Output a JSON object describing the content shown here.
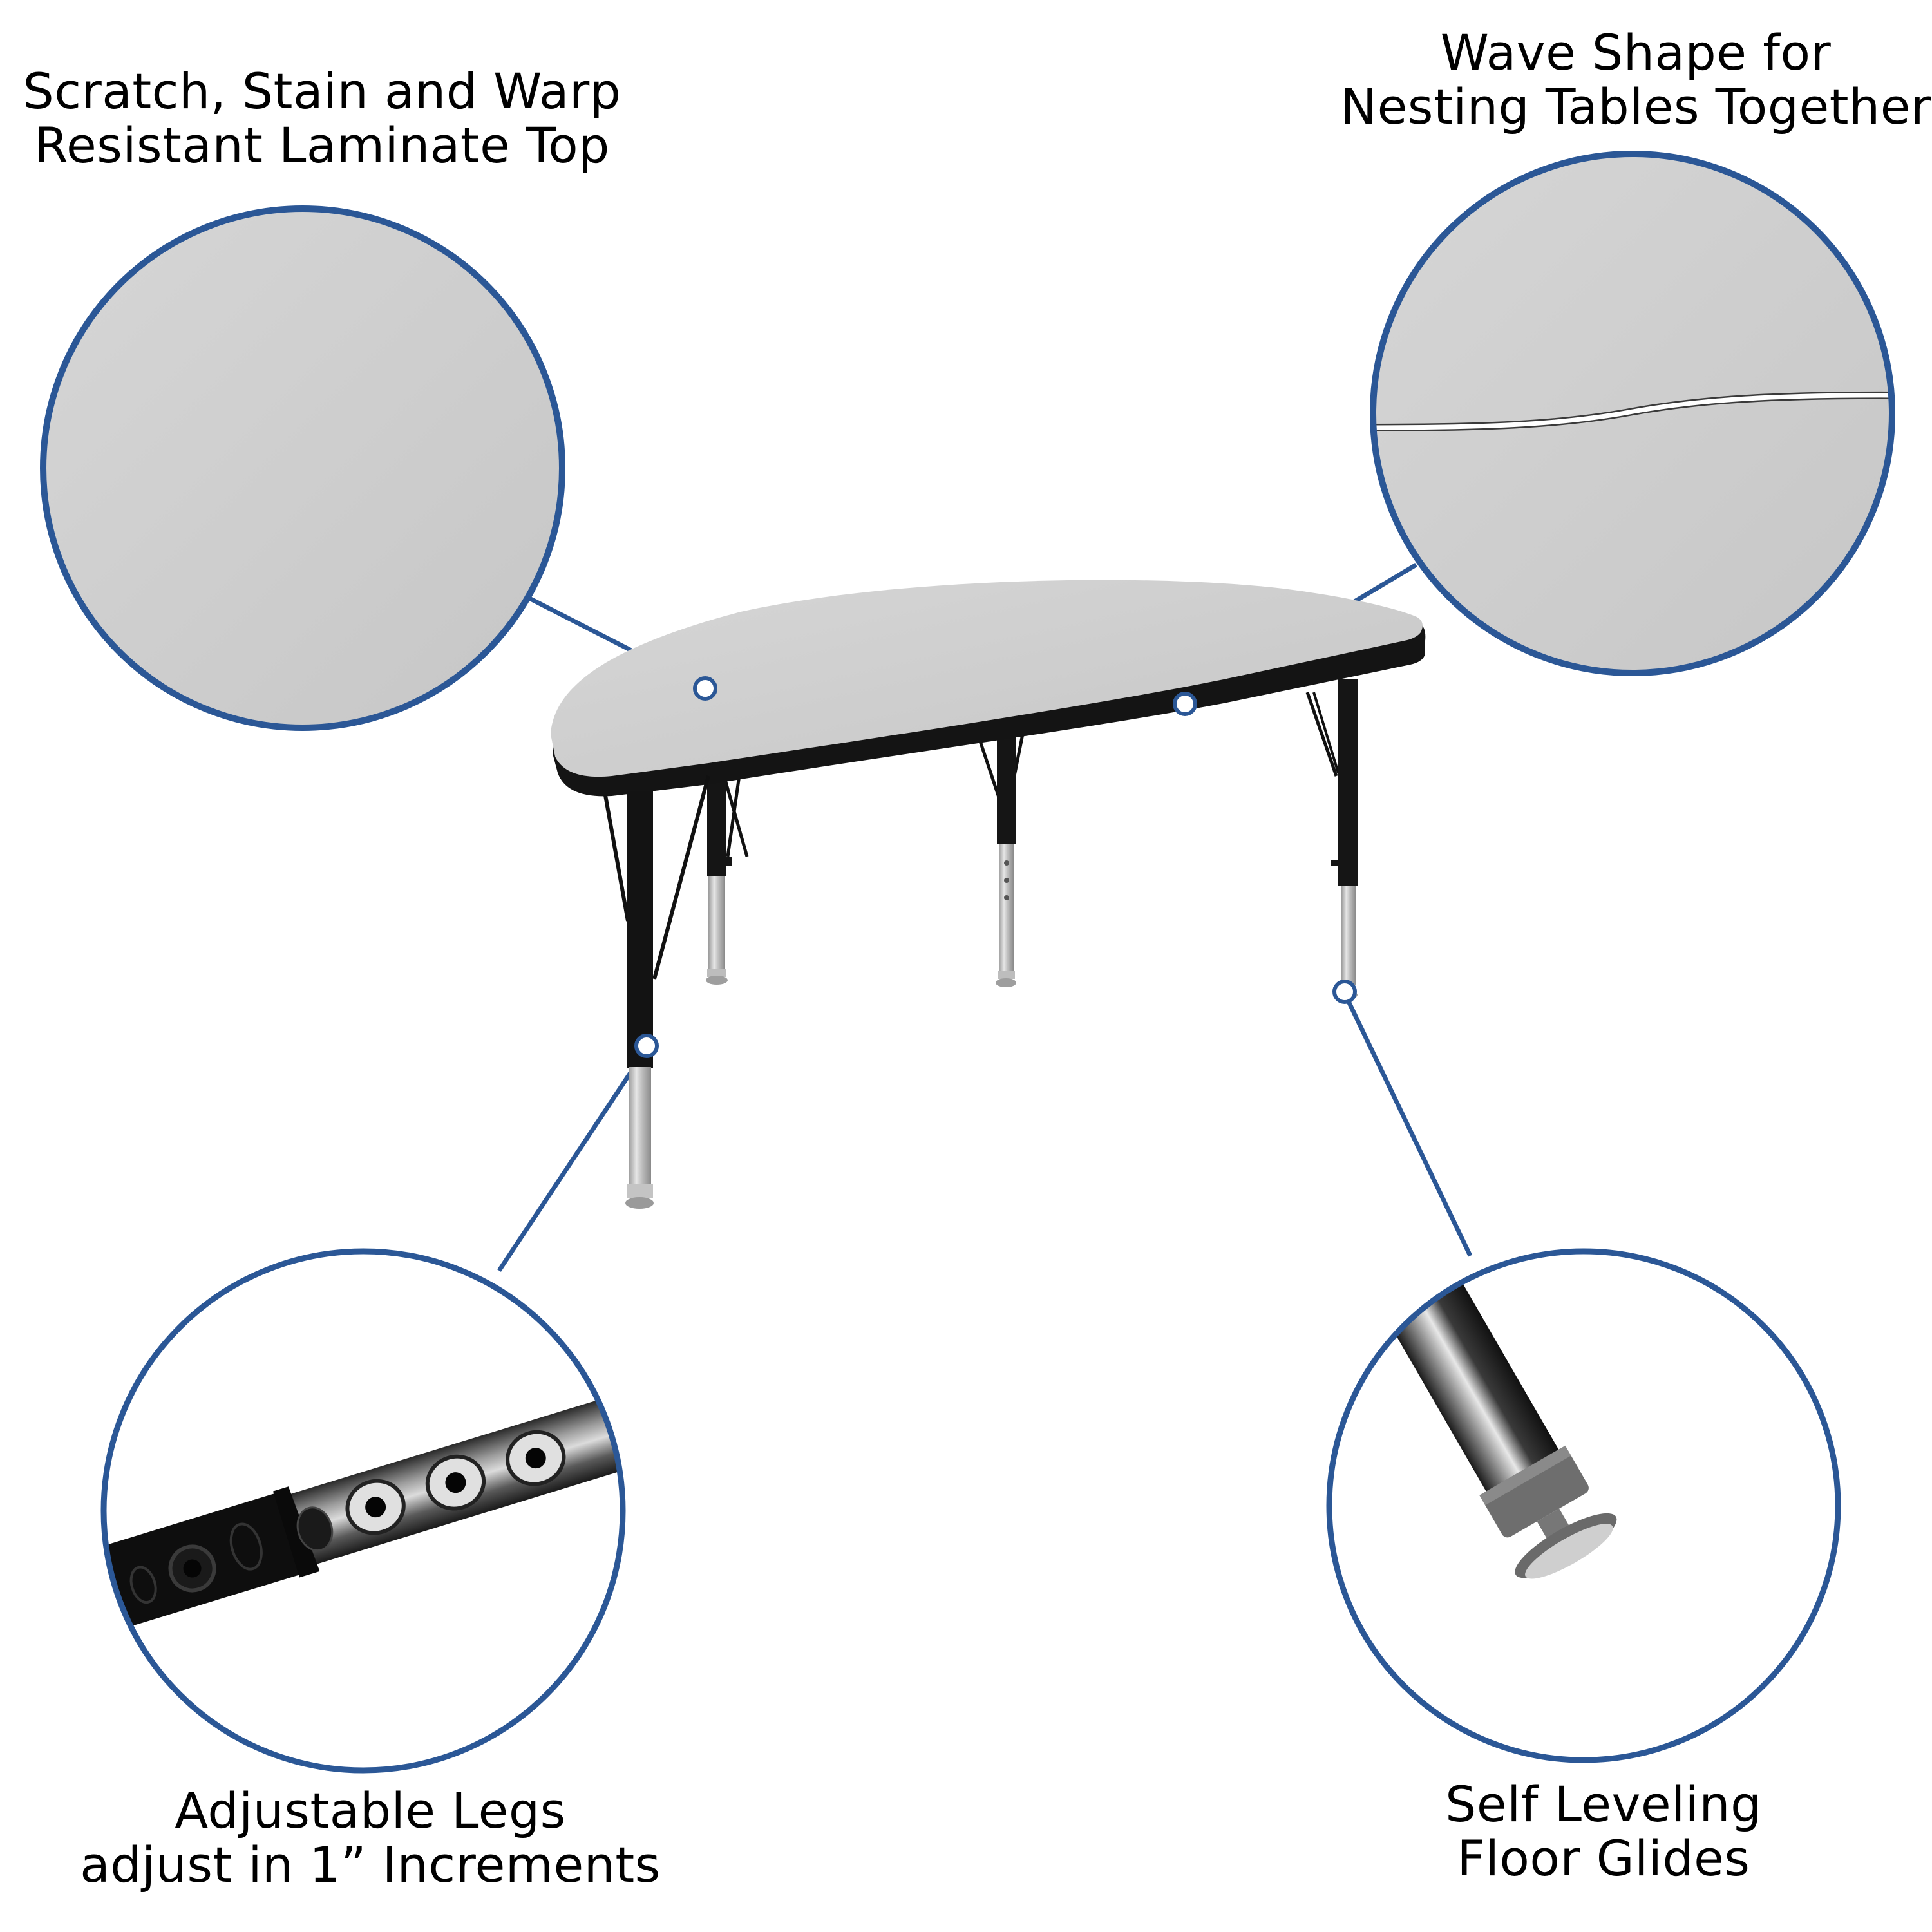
{
  "colors": {
    "accent_blue": "#2b5796",
    "laminate_gray": "#cfcfcf",
    "edge_black": "#141414",
    "chrome": "#c8c8c8",
    "background": "#ffffff"
  },
  "product": {
    "name": "half-round activity table",
    "top_color": "gray laminate",
    "edge_color": "black",
    "legs": 4
  },
  "callouts": [
    {
      "id": "laminate",
      "position": "top-left",
      "lines": [
        "Scratch, Stain and Warp",
        "Resistant Laminate Top"
      ],
      "detail_image": "gray laminate surface close-up"
    },
    {
      "id": "wave",
      "position": "top-right",
      "lines": [
        "Wave Shape for",
        "Nesting Tables Together"
      ],
      "detail_image": "two gray tabletops meeting along wavy seam"
    },
    {
      "id": "legs",
      "position": "bottom-left",
      "lines": [
        "Adjustable Legs",
        "adjust in 1” Increments"
      ],
      "detail_image": "black leg sleeve over chrome tube with adjustment holes"
    },
    {
      "id": "glides",
      "position": "bottom-right",
      "lines": [
        "Self Leveling",
        "Floor Glides"
      ],
      "detail_image": "chrome leg tip with swivel floor glide"
    }
  ]
}
